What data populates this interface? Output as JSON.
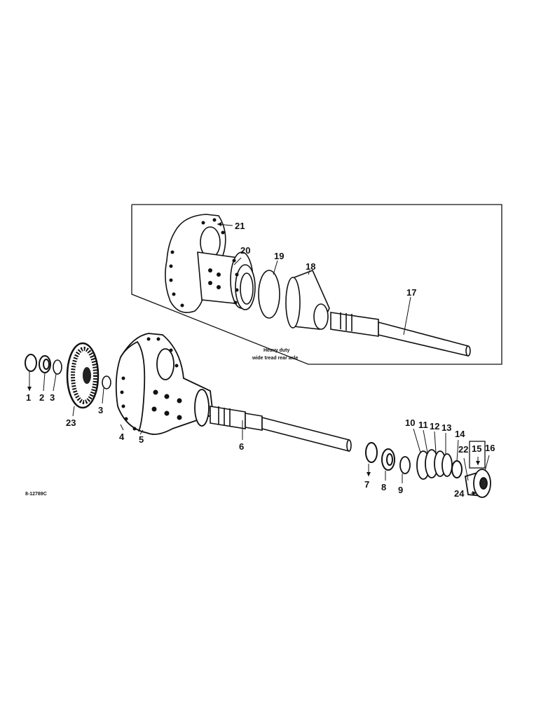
{
  "drawing_id": "8-12789C",
  "inset_note": {
    "line1": "Heavy duty",
    "line2": "wide tread rear axle"
  },
  "callouts": {
    "c1": "1",
    "c2": "2",
    "c3a": "3",
    "c3b": "3",
    "c4": "4",
    "c5": "5",
    "c6": "6",
    "c7": "7",
    "c8": "8",
    "c9": "9",
    "c10": "10",
    "c11": "11",
    "c12": "12",
    "c13": "13",
    "c14": "14",
    "c15": "15",
    "c16": "16",
    "c17": "17",
    "c18": "18",
    "c19": "19",
    "c20": "20",
    "c21": "21",
    "c22": "22",
    "c23": "23",
    "c24": "24"
  }
}
